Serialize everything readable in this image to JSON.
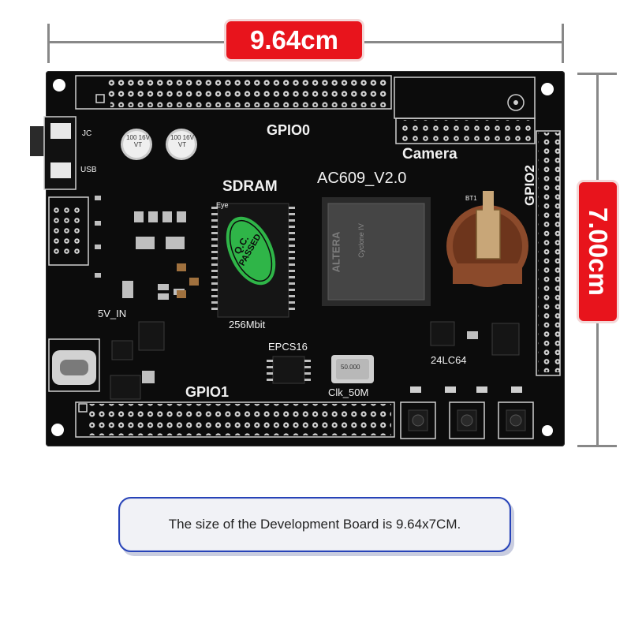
{
  "dimensions": {
    "width_label": "9.64cm",
    "height_label": "7.00cm"
  },
  "board": {
    "model": "AC609_V2.0",
    "labels": {
      "gpio0": "GPIO0",
      "gpio1": "GPIO1",
      "gpio2": "GPIO2",
      "camera": "Camera",
      "sdram": "SDRAM",
      "sdram_size": "256Mbit",
      "epcs": "EPCS16",
      "clock": "Clk_50M",
      "eeprom": "24LC64",
      "power": "5V_IN",
      "eye": "Eye",
      "qc_line1": "Q.C.",
      "qc_line2": "PASSED",
      "fpga_brand": "ALTERA",
      "fpga_family": "Cyclone IV",
      "cap_text": "100 16V VT",
      "crystal": "50.000",
      "jc": "JC",
      "usb": "USB",
      "battery": "BT1"
    }
  },
  "caption": "The size of the Development Board is 9.64x7CM.",
  "colors": {
    "accent": "#e8141c",
    "caption_border": "#2743b8",
    "board": "#0c0c0c",
    "header": "#d8d8d8",
    "qc": "#2fb548",
    "battery": "#8b4a2b"
  }
}
